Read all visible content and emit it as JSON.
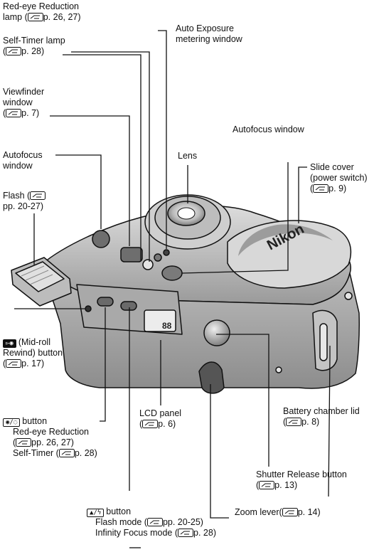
{
  "labels": {
    "red_eye_lamp": {
      "l1": "Red-eye Reduction",
      "l2": "lamp (",
      "l2b": "p. 26, 27)"
    },
    "self_timer_lamp": {
      "l1": "Self-Timer lamp",
      "l2": "(",
      "l2b": "p. 28)"
    },
    "auto_exposure": {
      "l1": "Auto Exposure",
      "l2": "metering window"
    },
    "viewfinder": {
      "l1": "Viewfinder",
      "l2": "window",
      "l3": "(",
      "l3b": "p. 7)"
    },
    "autofocus_window_right": {
      "l1": "Autofocus window"
    },
    "autofocus_window_left": {
      "l1": "Autofocus",
      "l2": "window"
    },
    "lens": {
      "l1": "Lens"
    },
    "slide_cover": {
      "l1": "Slide cover",
      "l2": "(power switch)",
      "l3": "(",
      "l3b": "p. 9)"
    },
    "flash": {
      "l1": "Flash (",
      "l2": "pp. 20-27)"
    },
    "midroll": {
      "key": "▻◉",
      "l1": "(Mid-roll",
      "l2": "Rewind) button",
      "l3": "(",
      "l3b": "p. 17)"
    },
    "redeye_button": {
      "key": "◉/◌",
      "l1": "button",
      "l2": "Red-eye Reduction",
      "l3": "(",
      "l3b": "pp. 26, 27)",
      "l4": "Self-Timer (",
      "l4b": "p. 28)"
    },
    "lcd": {
      "l1": "LCD panel",
      "l2": "(",
      "l2b": "p. 6)"
    },
    "battery_lid": {
      "l1": "Battery chamber lid",
      "l2": "(",
      "l2b": "p. 8)"
    },
    "shutter": {
      "l1": "Shutter Release button",
      "l2": "(",
      "l2b": "p. 13)"
    },
    "flash_button": {
      "key": "▲/ϟ",
      "l1": "button",
      "l2": "Flash mode (",
      "l2b": "pp. 20-25)",
      "l3": "Infinity Focus mode (",
      "l3b": "p. 28)"
    },
    "zoom": {
      "l1": "Zoom lever(",
      "l1b": "p. 14)"
    }
  },
  "camera": {
    "brand": "Nikon",
    "lcd_digits": "88"
  },
  "colors": {
    "body": "#c9c9c9",
    "body_dark": "#8a8a8a",
    "outline": "#111111",
    "line": "#111111"
  }
}
